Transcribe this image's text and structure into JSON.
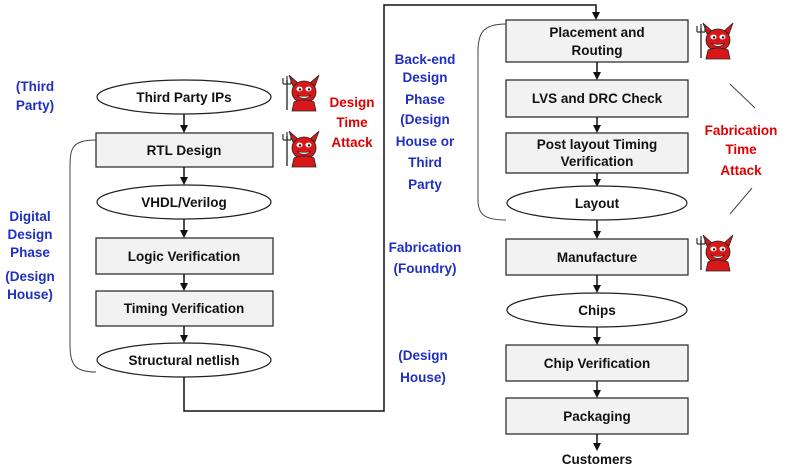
{
  "nodes": {
    "third_party_ips": "Third Party IPs",
    "rtl_design": "RTL Design",
    "vhdl_verilog": "VHDL/Verilog",
    "logic_verification": "Logic Verification",
    "timing_verification": "Timing Verification",
    "structural_netlist": "Structural netlish",
    "placement_routing": [
      "Placement and",
      "Routing"
    ],
    "lvs_drc": "LVS and DRC Check",
    "post_layout_timing": [
      "Post layout Timing",
      "Verification"
    ],
    "layout": "Layout",
    "manufacture": "Manufacture",
    "chips": "Chips",
    "chip_verification": "Chip Verification",
    "packaging": "Packaging",
    "customers": "Customers"
  },
  "labels": {
    "third_party": [
      "(Third",
      "Party)"
    ],
    "digital_design_phase": [
      "Digital",
      "Design",
      "Phase",
      "(Design",
      "House)"
    ],
    "backend_design_phase": [
      "Back-end",
      "Design",
      "Phase",
      "(Design",
      "House or",
      "Third",
      "Party"
    ],
    "fabrication_foundry": [
      "Fabrication",
      "(Foundry)"
    ],
    "design_house": [
      "(Design",
      "House)"
    ]
  },
  "attacks": {
    "design_time": [
      "Design",
      "Time",
      "Attack"
    ],
    "fabrication_time": [
      "Fabrication",
      "Time",
      "Attack"
    ]
  },
  "colors": {
    "phase_label": "#1f2fc0",
    "attack_label": "#e00000",
    "box_fill": "#f2f2f2",
    "devil": "#d81818"
  },
  "icons": [
    "devil-icon",
    "devil-icon",
    "devil-icon",
    "devil-icon"
  ]
}
